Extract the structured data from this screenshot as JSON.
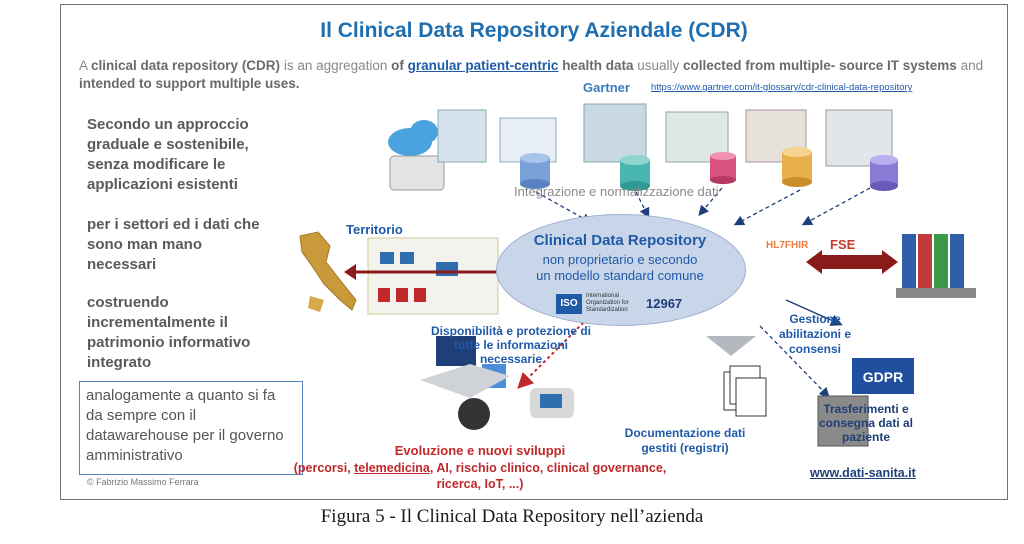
{
  "title": "Il Clinical Data Repository Aziendale (CDR)",
  "definition": {
    "p1": "A ",
    "p2": "clinical data repository (CDR)",
    "p3": " is an aggregation ",
    "p4": "of ",
    "link": "granular patient-centric",
    "p5": " health data ",
    "p6": "usually ",
    "p7": "collected from multiple- source IT systems",
    "p8": " and ",
    "p9": "intended to support multiple uses."
  },
  "source": {
    "name": "Gartner",
    "url": "https://www.gartner.com/it-glossary/cdr-clinical-data-repository"
  },
  "left_points": [
    "Secondo un approccio graduale e sostenibile, senza modificare le applicazioni esistenti",
    "per i settori ed i dati che sono man mano necessari",
    "costruendo incrementalmente il patrimonio informativo integrato"
  ],
  "boxed_point": "analogamente a quanto si fa da sempre con il datawarehouse per il governo amministrativo",
  "copyright": "© Fabrizio Massimo Ferrara",
  "integration_label": "Integrazione e normalizzazione dati",
  "territorio_label": "Territorio",
  "hl7": {
    "left": "HL7",
    "right": "FHIR"
  },
  "cdr": {
    "title": "Clinical Data Repository",
    "line1": "non proprietario e secondo",
    "line2": "un modello standard comune"
  },
  "iso": {
    "logo": "ISO",
    "org": "International Organization for Standardization",
    "number": "12967"
  },
  "fse_label": "FSE",
  "gestione": "Gestione abilitazioni e consensi",
  "disponibilita": "Disponibilità e protezione di tutte le informazioni necessarie",
  "evoluzione": {
    "title": "Evoluzione e nuovi sviluppi",
    "a": "(percorsi, ",
    "tele": "telemedicina",
    "b": ", AI, rischio clinico, clinical governance, ricerca, IoT, ...)"
  },
  "documentazione": "Documentazione dati gestiti (registri)",
  "gdpr": "GDPR",
  "trasferimenti": "Trasferimenti e consegna dati al paziente",
  "website": "www.dati-sanita.it",
  "caption": "Figura 5   - Il Clinical Data Repository nell’azienda",
  "colors": {
    "title_blue": "#1f6fb0",
    "ellipse_fill": "#c9d6ea",
    "accent_red": "#c0282a",
    "fse_arrow": "#8b1a1a"
  }
}
